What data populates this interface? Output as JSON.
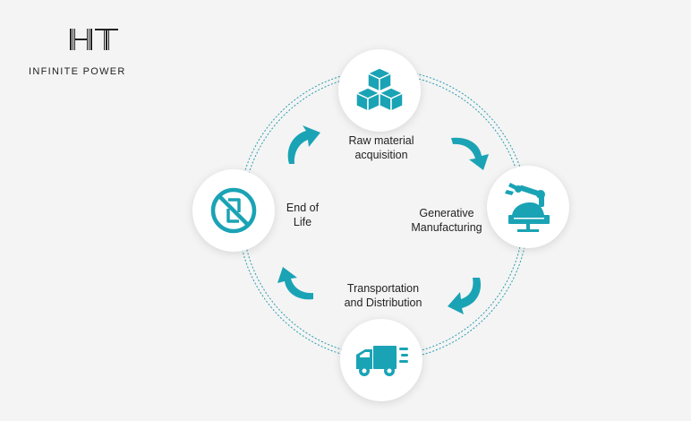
{
  "brand": {
    "mark": "HT",
    "tagline": "INFINITE POWER"
  },
  "colors": {
    "accent": "#1aa3b5",
    "ring": "#2a9db0",
    "text": "#222222",
    "background": "#f4f4f4"
  },
  "stages": [
    {
      "id": "raw",
      "label_line1": "Raw material",
      "label_line2": "acquisition",
      "icon": "cubes-icon"
    },
    {
      "id": "gen",
      "label_line1": "Generative",
      "label_line2": "Manufacturing",
      "icon": "robot-arm-icon"
    },
    {
      "id": "trans",
      "label_line1": "Transportation",
      "label_line2": "and Distribution",
      "icon": "delivery-truck-icon"
    },
    {
      "id": "eol",
      "label_line1": "End of",
      "label_line2": "Life",
      "icon": "no-phone-icon"
    }
  ]
}
